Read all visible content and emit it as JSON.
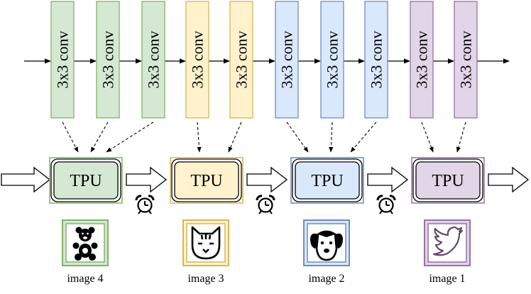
{
  "conv_layers": [
    {
      "label": "3x3 conv",
      "group": 0
    },
    {
      "label": "3x3 conv",
      "group": 0
    },
    {
      "label": "3x3 conv",
      "group": 0
    },
    {
      "label": "3x3 conv",
      "group": 1
    },
    {
      "label": "3x3 conv",
      "group": 1
    },
    {
      "label": "3x3 conv",
      "group": 2
    },
    {
      "label": "3x3 conv",
      "group": 2
    },
    {
      "label": "3x3 conv",
      "group": 2
    },
    {
      "label": "3x3 conv",
      "group": 3
    },
    {
      "label": "3x3 conv",
      "group": 3
    }
  ],
  "groups": [
    {
      "tpu_label": "TPU",
      "image_label": "image 4",
      "image_icon": "teddy-bear-icon",
      "fill": "#d5e8d4",
      "stroke": "#82b366"
    },
    {
      "tpu_label": "TPU",
      "image_label": "image 3",
      "image_icon": "cat-face-icon",
      "fill": "#fff2cc",
      "stroke": "#d6b656"
    },
    {
      "tpu_label": "TPU",
      "image_label": "image 2",
      "image_icon": "dog-face-icon",
      "fill": "#dae8fc",
      "stroke": "#6c8ebf"
    },
    {
      "tpu_label": "TPU",
      "image_label": "image 1",
      "image_icon": "bird-icon",
      "fill": "#e1d5e7",
      "stroke": "#9673a6"
    }
  ],
  "clock_icon": "alarm-clock-icon"
}
